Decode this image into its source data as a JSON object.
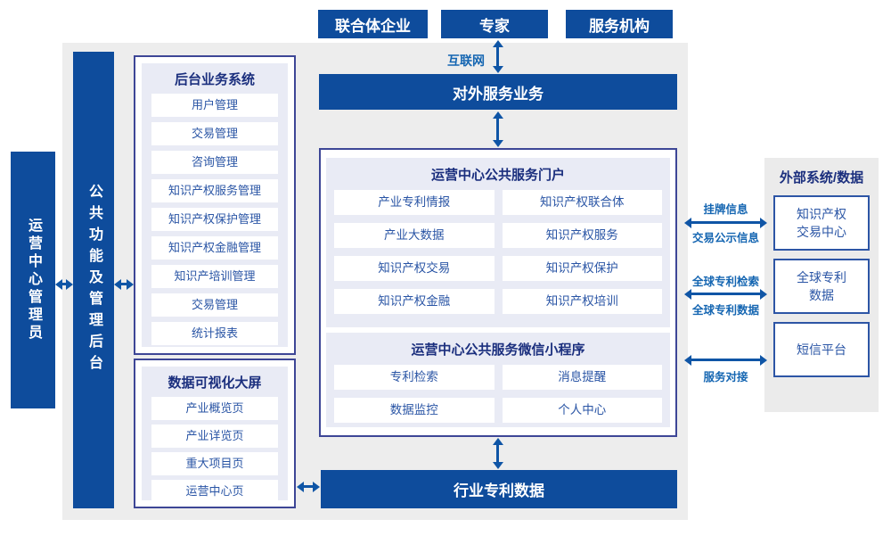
{
  "colors": {
    "navy_fill": "#0e4c9c",
    "arrow_blue": "#0f55a6",
    "label_blue": "#1566b2",
    "item_text_blue": "#2a55a5",
    "header_navy": "#1b2f7e",
    "panel_lavender": "#e9ebf5",
    "container_border": "#3d4696",
    "ext_box_border": "#2d55a5",
    "background_gray": "#ededed"
  },
  "top_actors": [
    "联合体企业",
    "专家",
    "服务机构"
  ],
  "internet_label": "互联网",
  "bars": {
    "external_service": "对外服务业务",
    "industry_data": "行业专利数据"
  },
  "left": {
    "admin": "运营中心管理员",
    "backend_bar": "公共功能及管理后台"
  },
  "backend_system": {
    "title": "后台业务系统",
    "items": [
      "用户管理",
      "交易管理",
      "咨询管理",
      "知识产权服务管理",
      "知识产权保护管理",
      "知识产权金融管理",
      "知识产培训管理",
      "交易管理",
      "统计报表"
    ]
  },
  "dashboard": {
    "title": "数据可视化大屏",
    "items": [
      "产业概览页",
      "产业详览页",
      "重大项目页",
      "运营中心页"
    ]
  },
  "portal": {
    "title": "运营中心公共服务门户",
    "items": [
      "产业专利情报",
      "知识产权联合体",
      "产业大数据",
      "知识产权服务",
      "知识产权交易",
      "知识产权保护",
      "知识产权金融",
      "知识产权培训"
    ]
  },
  "miniprogram": {
    "title": "运营中心公共服务微信小程序",
    "items": [
      "专利检索",
      "消息提醒",
      "数据监控",
      "个人中心"
    ]
  },
  "external_systems": {
    "title": "外部系统/数据",
    "boxes": [
      {
        "lines": [
          "知识产权",
          "交易中心"
        ]
      },
      {
        "lines": [
          "全球专利",
          "数据"
        ]
      },
      {
        "lines": [
          "短信平台"
        ]
      }
    ]
  },
  "link_labels": {
    "l1_top": "挂牌信息",
    "l1_bottom": "交易公示信息",
    "l2_top": "全球专利检索",
    "l2_bottom": "全球专利数据",
    "l3_bottom": "服务对接"
  }
}
